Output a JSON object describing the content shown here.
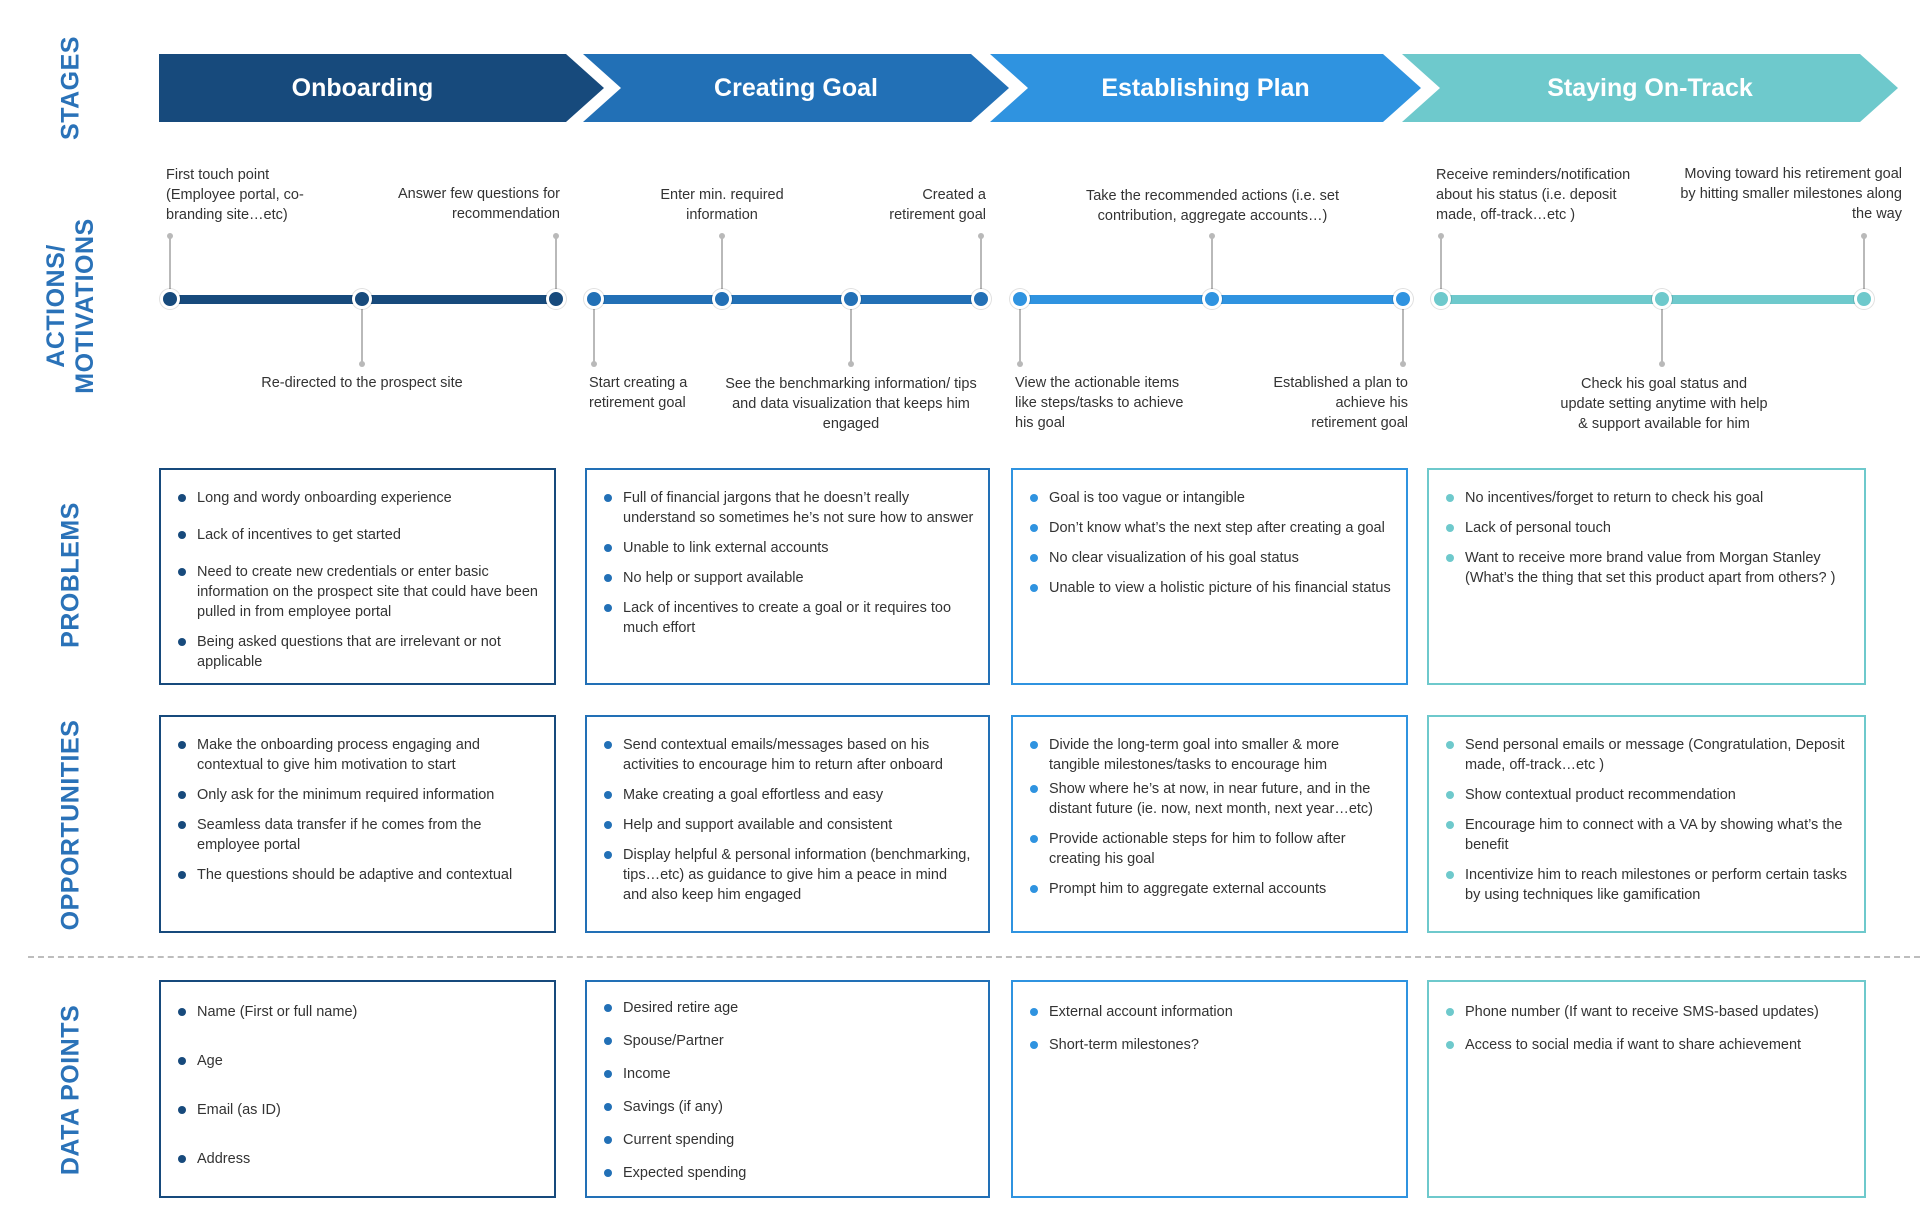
{
  "row_labels": {
    "stages": "STAGES",
    "actions_line1": "ACTIONS/",
    "actions_line2": "MOTIVATIONS",
    "problems": "PROBLEMS",
    "opportunities": "OPPORTUNITIES",
    "data_points": "DATA POINTS"
  },
  "stages": [
    "Onboarding",
    "Creating Goal",
    "Establishing Plan",
    "Staying On-Track"
  ],
  "stage_colors": [
    "#174a7c",
    "#2270b6",
    "#2f93e0",
    "#6ec9cc"
  ],
  "actions": [
    "First touch point (Employee portal, co-branding site…etc)",
    "Re-directed to the prospect site",
    "Answer few questions for recommendation",
    "Start creating a retirement goal",
    "Enter min. required information",
    "See the benchmarking information/ tips and data visualization that keeps him engaged",
    "Created a retirement goal",
    "View the actionable items like steps/tasks to achieve his goal",
    "Take the recommended actions (i.e. set contribution, aggregate accounts…)",
    "Established a plan to achieve his retirement goal",
    "Receive reminders/notification about his status (i.e. deposit made, off-track…etc )",
    "Check his goal status and update setting anytime with help & support available for him",
    "Moving toward his retirement goal by hitting smaller milestones along the way"
  ],
  "problems": [
    [
      "Long and wordy onboarding experience",
      "Lack of incentives to get started",
      "Need to create new credentials or enter basic information on the prospect site that could have been pulled in from employee portal",
      "Being asked questions that are irrelevant or not applicable"
    ],
    [
      "Full of financial jargons that he doesn’t really understand so sometimes he’s not sure how to answer",
      "Unable to link external accounts",
      "No help or support available",
      "Lack of incentives to create a goal or it requires too much effort"
    ],
    [
      "Goal is too vague or intangible",
      "Don’t know what’s the next step after creating a goal",
      "No clear visualization of his goal status",
      "Unable to view a holistic picture of his financial status"
    ],
    [
      "No incentives/forget to return to check his goal",
      "Lack of personal touch",
      "Want to receive more brand value from Morgan Stanley (What’s the thing that set this product apart from others? )"
    ]
  ],
  "opportunities": [
    [
      "Make the onboarding process engaging and contextual to give him motivation to start",
      "Only ask for the minimum required information",
      "Seamless data transfer if he comes from the employee portal",
      "The questions should be adaptive and contextual"
    ],
    [
      "Send contextual emails/messages based on his activities to encourage him to return after onboard",
      "Make creating a goal effortless and easy",
      "Help and support available and consistent",
      "Display helpful & personal information (benchmarking, tips…etc) as guidance to give him a peace in mind and also keep him engaged"
    ],
    [
      "Divide the long-term goal into smaller & more tangible milestones/tasks to encourage him",
      "Show where he’s at now, in near future, and in the distant future (ie. now, next month, next year…etc)",
      "Provide actionable steps for him to follow after creating his goal",
      "Prompt him to aggregate external accounts"
    ],
    [
      "Send personal emails or message (Congratulation, Deposit made, off-track…etc )",
      "Show contextual product recommendation",
      "Encourage him to connect with a VA by showing what’s the benefit",
      "Incentivize him to reach milestones or perform certain tasks by using techniques like gamification"
    ]
  ],
  "data_points": [
    [
      "Name (First or full name)",
      "Age",
      "Email (as ID)",
      "Address"
    ],
    [
      "Desired retire age",
      "Spouse/Partner",
      "Income",
      "Savings (if any)",
      "Current spending",
      "Expected spending"
    ],
    [
      "External account information",
      "Short-term milestones?"
    ],
    [
      "Phone number (If want to receive SMS-based updates)",
      "Access to social media if want to share achievement"
    ]
  ]
}
